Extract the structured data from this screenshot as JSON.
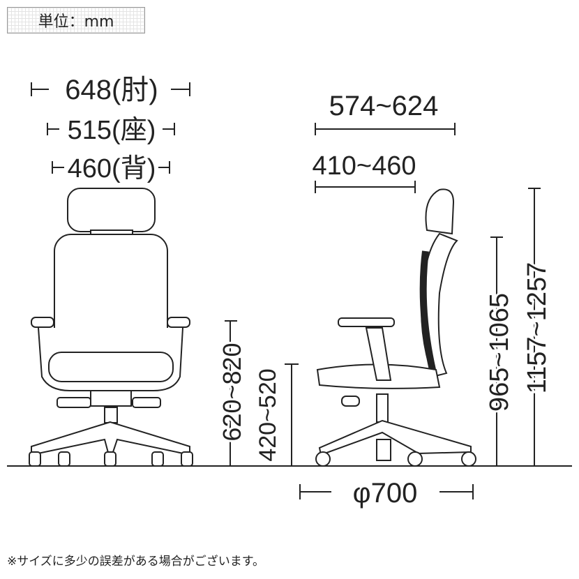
{
  "unit_label": "単位：mm",
  "front_view": {
    "armrest_width": "648(肘)",
    "seat_width": "515(座)",
    "back_width": "460(背)",
    "armrest_height": "620~820",
    "seat_height": "420~520"
  },
  "side_view": {
    "overall_depth": "574~624",
    "seat_depth": "410~460",
    "back_height": "965~1065",
    "overall_height": "1157~1257",
    "base_diameter": "φ700"
  },
  "note": "※サイズに多少の誤差がある場合がございます。"
}
